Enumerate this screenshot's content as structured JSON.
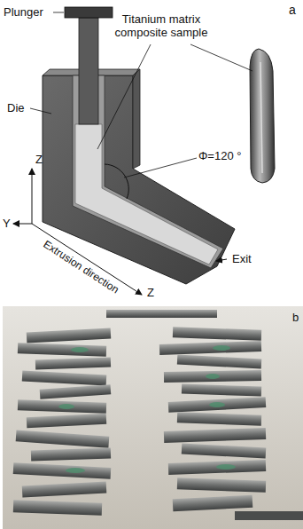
{
  "diagram": {
    "labels": [
      "a",
      "Plunger",
      "Titanium matrix composite sample",
      "Die",
      "Z",
      "Y",
      "Z",
      "Extrusion direction",
      "Φ=120 °",
      "Exit",
      "b"
    ]
  }
}
